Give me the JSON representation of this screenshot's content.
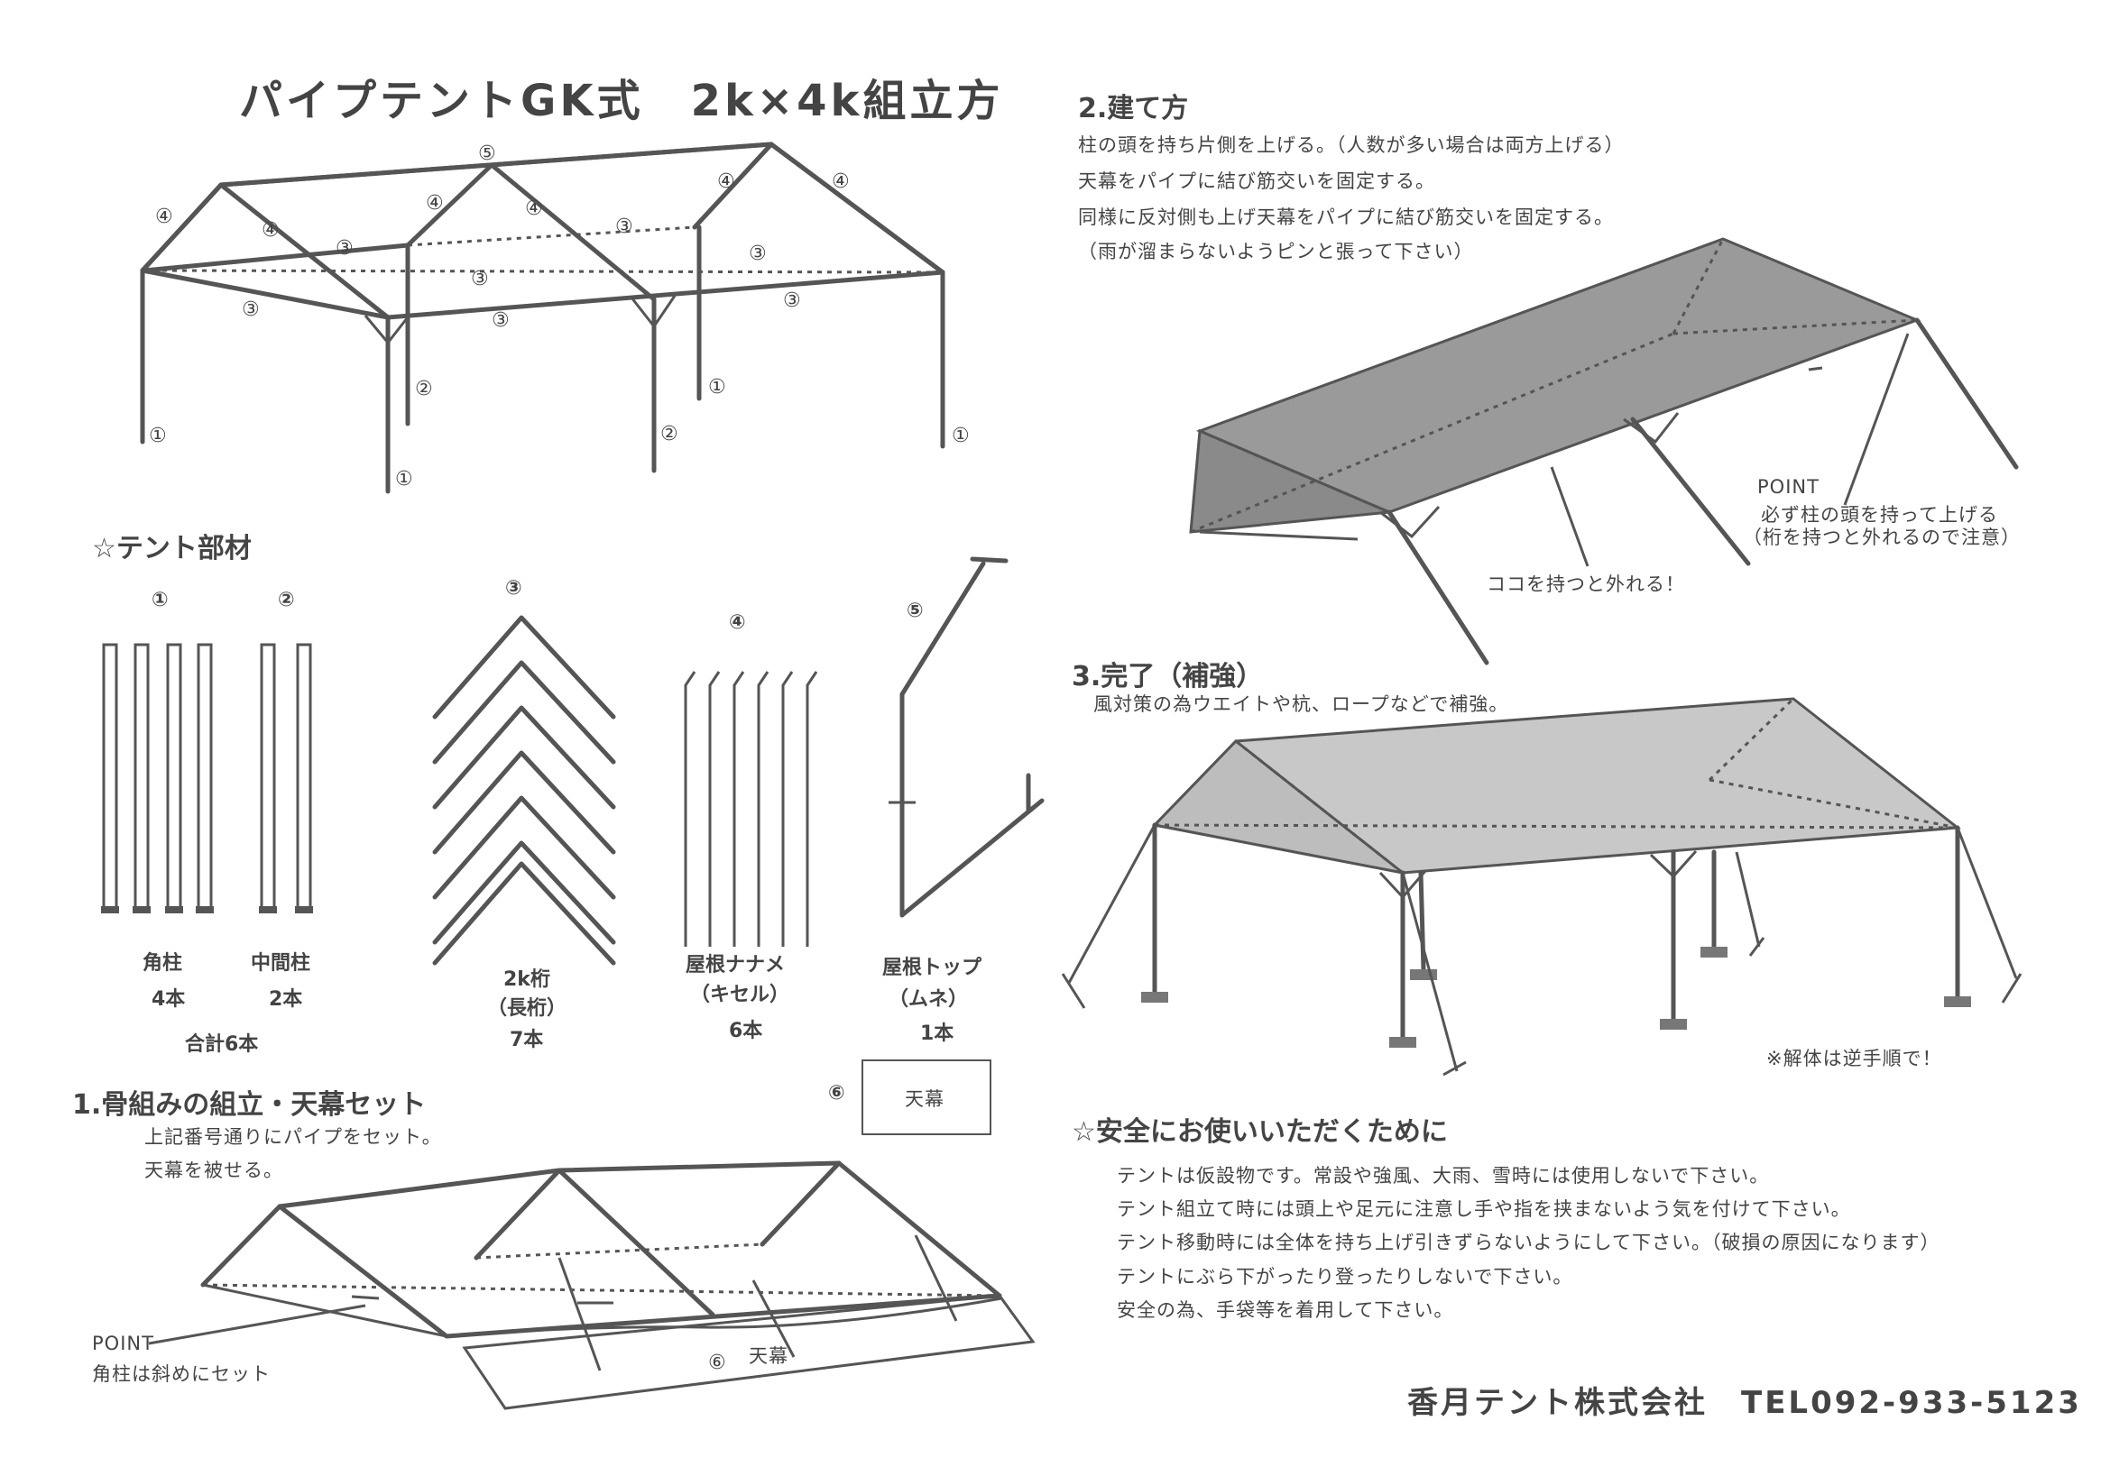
{
  "title": "パイプテントGK式　2k×4k組立方",
  "parts_heading": "☆テント部材",
  "parts": [
    {
      "num": "①",
      "name": "角柱",
      "count": "4本"
    },
    {
      "num": "②",
      "name": "中間柱",
      "count": "2本"
    },
    {
      "num": "③",
      "name": "2k桁",
      "sub": "（長桁）",
      "count": "7本"
    },
    {
      "num": "④",
      "name": "屋根ナナメ",
      "sub": "（キセル）",
      "count": "6本"
    },
    {
      "num": "⑤",
      "name": "屋根トップ",
      "sub": "（ムネ）",
      "count": "1本"
    }
  ],
  "parts_total": "合計6本",
  "canopy": {
    "num": "⑥",
    "name": "天幕"
  },
  "frame_labels": [
    "①",
    "②",
    "③",
    "④",
    "⑤"
  ],
  "step1": {
    "heading": "1.骨組みの組立・天幕セット",
    "lines": [
      "上記番号通りにパイプをセット。",
      "天幕を被せる。"
    ],
    "point": "POINT",
    "point_text": "角柱は斜めにセット",
    "canopy_label": "天幕"
  },
  "step2": {
    "heading": "2.建て方",
    "lines": [
      "柱の頭を持ち片側を上げる。（人数が多い場合は両方上げる）",
      "天幕をパイプに結び筋交いを固定する。",
      "同様に反対側も上げ天幕をパイプに結び筋交いを固定する。",
      "（雨が溜まらないようピンと張って下さい）"
    ],
    "point": "POINT",
    "point_line1": "必ず柱の頭を持って上げる",
    "point_line2": "（桁を持つと外れるので注意）",
    "warn": "ココを持つと外れる！"
  },
  "step3": {
    "heading": "3.完了（補強）",
    "line": "風対策の為ウエイトや杭、ロープなどで補強。",
    "note": "※解体は逆手順で！"
  },
  "safety": {
    "heading": "☆安全にお使いいただくために",
    "lines": [
      "テントは仮設物です。常設や強風、大雨、雪時には使用しないで下さい。",
      "テント組立て時には頭上や足元に注意し手や指を挟まないよう気を付けて下さい。",
      "テント移動時には全体を持ち上げ引きずらないようにして下さい。（破損の原因になります）",
      "テントにぶら下がったり登ったりしないで下さい。",
      "安全の為、手袋等を着用して下さい。"
    ]
  },
  "footer": "香月テント株式会社　TEL092-933-5123",
  "colors": {
    "canopy_dark": "#9a9a9a",
    "canopy_light": "#c8c8c8",
    "line": "#555555"
  }
}
